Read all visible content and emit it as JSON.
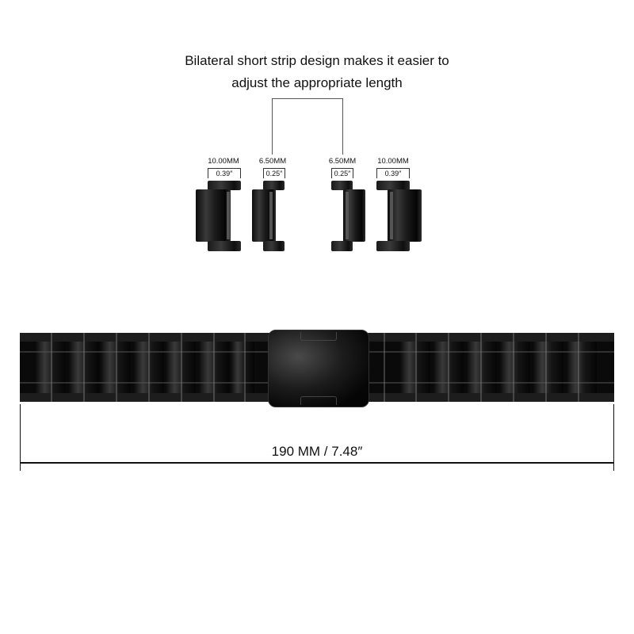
{
  "caption": {
    "line1": "Bilateral short strip design makes it easier to",
    "line2": "adjust the appropriate length"
  },
  "links": [
    {
      "mm": "10.00MM",
      "inch": "0.39″",
      "size": "large",
      "side": "left"
    },
    {
      "mm": "6.50MM",
      "inch": "0.25″",
      "size": "small",
      "side": "left"
    },
    {
      "mm": "6.50MM",
      "inch": "0.25″",
      "size": "small",
      "side": "right"
    },
    {
      "mm": "10.00MM",
      "inch": "0.39″",
      "size": "large",
      "side": "right"
    }
  ],
  "band": {
    "color": "#0a0a0a",
    "total_length": "190 MM / 7.48″"
  }
}
